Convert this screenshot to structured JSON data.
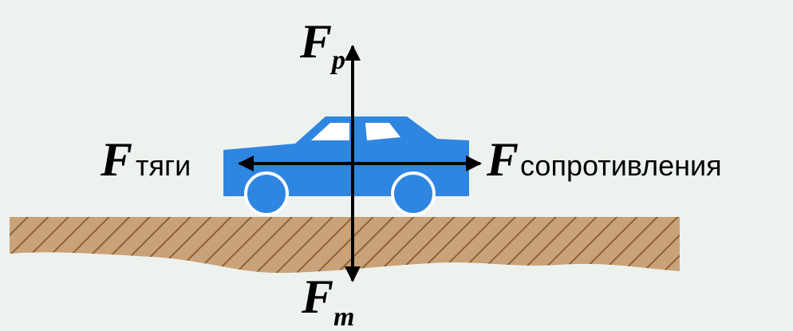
{
  "colors": {
    "background": "#eef2ee",
    "car_body": "#2f86e1",
    "car_window": "#ffffff",
    "wheel": "#2f86e1",
    "ground_fill": "#c9a27a",
    "ground_hatch": "#8f6233",
    "arrow": "#000000"
  },
  "icons": {
    "car": "car-icon",
    "ground": "hatched-ground"
  },
  "labels": {
    "symbol": "F",
    "up_sub": "p",
    "down_sub": "т",
    "left_sub": "тяги",
    "right_sub": "сопротивления"
  }
}
